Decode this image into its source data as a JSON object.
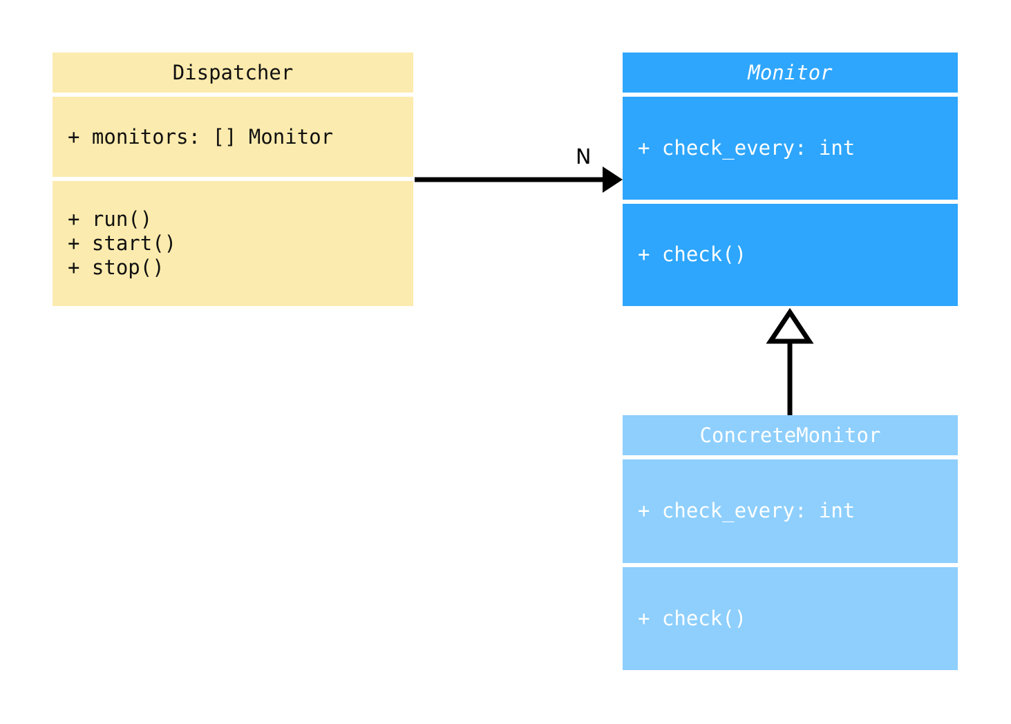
{
  "diagram": {
    "kind": "uml-class-diagram",
    "background": "#ffffff",
    "colors": {
      "dispatcher_fill": "#fcebae",
      "dispatcher_text": "#101010",
      "monitor_fill": "#2ea6fd",
      "monitor_text": "#ffffff",
      "concrete_monitor_fill": "#8ecffd",
      "concrete_monitor_text": "#ffffff",
      "connector": "#000000"
    }
  },
  "classes": {
    "dispatcher": {
      "name": "Dispatcher",
      "abstract": false,
      "attributes": [
        "+ monitors: [] Monitor"
      ],
      "methods": [
        "+ run()",
        "+ start()",
        "+ stop()"
      ]
    },
    "monitor": {
      "name": "Monitor",
      "abstract": true,
      "attributes": [
        "+ check_every: int"
      ],
      "methods": [
        "+ check()"
      ]
    },
    "concrete_monitor": {
      "name": "ConcreteMonitor",
      "abstract": false,
      "attributes": [
        "+ check_every: int"
      ],
      "methods": [
        "+ check()"
      ]
    }
  },
  "relations": {
    "association": {
      "type": "association",
      "from": "Dispatcher",
      "to": "Monitor",
      "multiplicity_label": "N",
      "arrowhead": "filled-arrow"
    },
    "generalization": {
      "type": "generalization",
      "from": "ConcreteMonitor",
      "to": "Monitor",
      "arrowhead": "hollow-triangle"
    }
  }
}
